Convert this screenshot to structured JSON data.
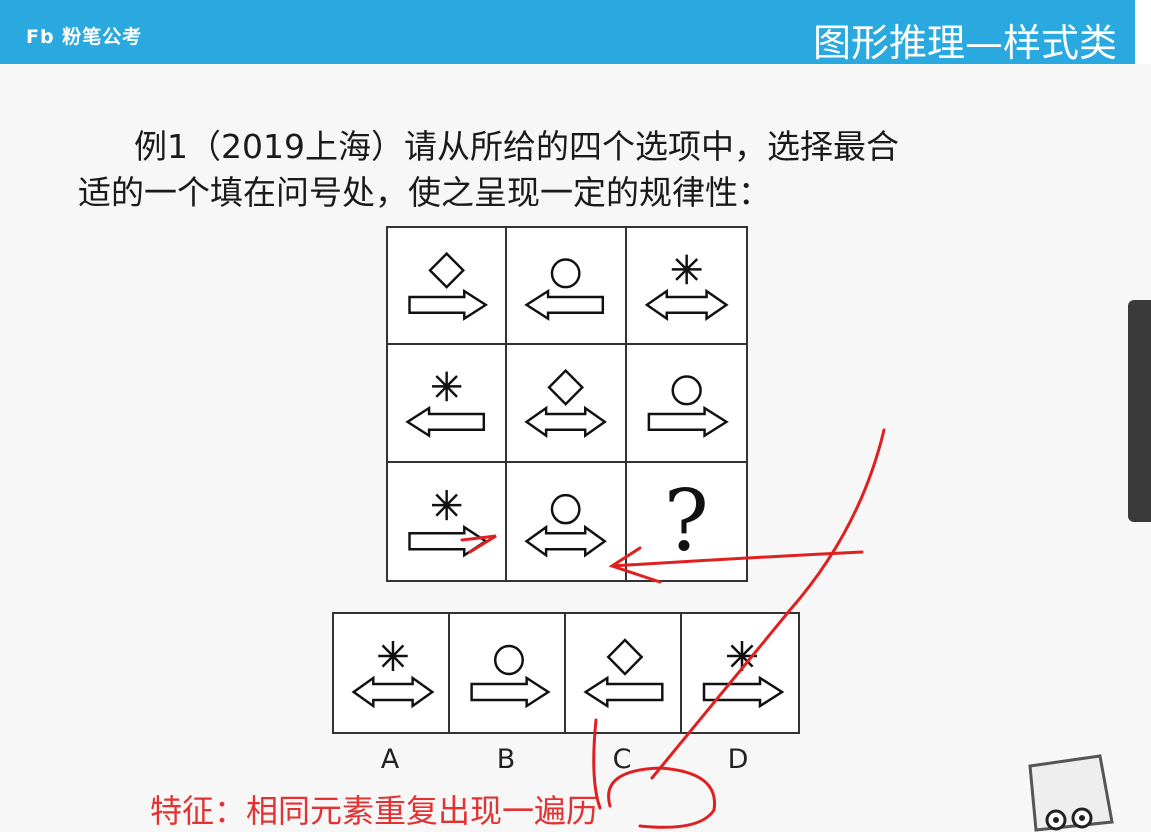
{
  "header": {
    "logo": "Fb 粉笔公考",
    "section_title": "图形推理—样式类",
    "brand_color": "#29a9e0"
  },
  "question": {
    "line1": "例1（2019上海）请从所给的四个选项中，选择最合",
    "line2": "适的一个填在问号处，使之呈现一定的规律性："
  },
  "grid": {
    "cells": [
      {
        "shape": "diamond",
        "arrow": "right"
      },
      {
        "shape": "circle",
        "arrow": "left"
      },
      {
        "shape": "asterisk",
        "arrow": "double"
      },
      {
        "shape": "asterisk",
        "arrow": "left"
      },
      {
        "shape": "diamond",
        "arrow": "double"
      },
      {
        "shape": "circle",
        "arrow": "right"
      },
      {
        "shape": "asterisk",
        "arrow": "right"
      },
      {
        "shape": "circle",
        "arrow": "double"
      },
      {
        "shape": "question",
        "arrow": "none"
      }
    ],
    "question_mark": "?"
  },
  "options": {
    "items": [
      {
        "label": "A",
        "shape": "asterisk",
        "arrow": "double"
      },
      {
        "label": "B",
        "shape": "circle",
        "arrow": "right"
      },
      {
        "label": "C",
        "shape": "diamond",
        "arrow": "left"
      },
      {
        "label": "D",
        "shape": "asterisk",
        "arrow": "right"
      }
    ]
  },
  "annotation": {
    "feature_text": "特征：相同元素重复出现一遍历",
    "ink_color": "#e02020"
  }
}
